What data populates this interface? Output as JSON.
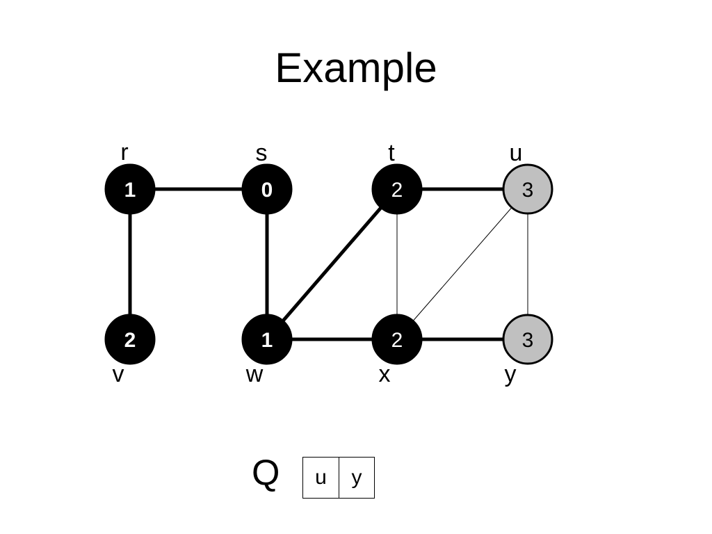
{
  "title": "Example",
  "graph": {
    "vertices": [
      {
        "id": "r",
        "label": "r",
        "distance": "1",
        "color": "black"
      },
      {
        "id": "s",
        "label": "s",
        "distance": "0",
        "color": "black"
      },
      {
        "id": "t",
        "label": "t",
        "distance": "2",
        "color": "black"
      },
      {
        "id": "u",
        "label": "u",
        "distance": "3",
        "color": "gray"
      },
      {
        "id": "v",
        "label": "v",
        "distance": "2",
        "color": "black"
      },
      {
        "id": "w",
        "label": "w",
        "distance": "1",
        "color": "black"
      },
      {
        "id": "x",
        "label": "x",
        "distance": "2",
        "color": "black"
      },
      {
        "id": "y",
        "label": "y",
        "distance": "3",
        "color": "gray"
      }
    ],
    "edges": [
      {
        "from": "r",
        "to": "s",
        "tree": true
      },
      {
        "from": "r",
        "to": "v",
        "tree": true
      },
      {
        "from": "s",
        "to": "w",
        "tree": true
      },
      {
        "from": "w",
        "to": "t",
        "tree": true
      },
      {
        "from": "w",
        "to": "x",
        "tree": true
      },
      {
        "from": "t",
        "to": "u",
        "tree": true
      },
      {
        "from": "x",
        "to": "y",
        "tree": true
      },
      {
        "from": "t",
        "to": "x",
        "tree": false
      },
      {
        "from": "x",
        "to": "u",
        "tree": false
      },
      {
        "from": "u",
        "to": "y",
        "tree": false
      }
    ],
    "colors": {
      "black": "#000000",
      "gray": "#c0c0c0"
    }
  },
  "queue": {
    "label": "Q",
    "items": [
      "u",
      "y"
    ]
  }
}
